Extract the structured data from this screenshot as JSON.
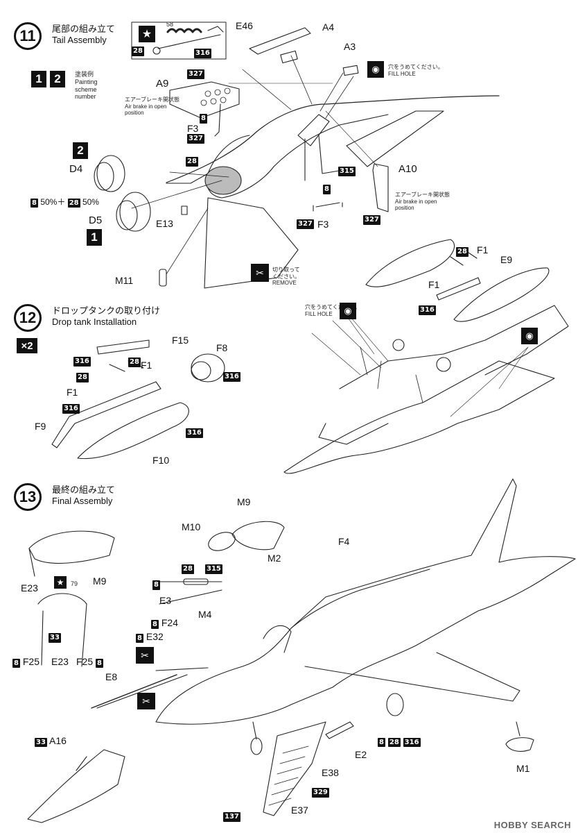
{
  "steps": {
    "s11": {
      "num": "11",
      "jp": "尾部の組み立て",
      "en": "Tail Assembly"
    },
    "s12": {
      "num": "12",
      "jp": "ドロップタンクの取り付け",
      "en": "Drop tank  Installation"
    },
    "s13": {
      "num": "13",
      "jp": "最終の組み立て",
      "en": "Final Assembly"
    }
  },
  "scheme": {
    "one": "1",
    "two": "2",
    "jp": "塗装例",
    "en1": "Painting",
    "en2": "scheme",
    "en3": "number"
  },
  "notes": {
    "fill_jp": "穴をうめてください。",
    "fill_en": "FILL HOLE",
    "fill_en_split": "FILL  HOLE",
    "airbrake_jp": "エアーブレーキ開状態",
    "airbrake_en1": "Air brake in open",
    "airbrake_en2": "position",
    "remove_jp": "切り取って",
    "remove_jp2": "ください。",
    "remove_en": "REMOVE",
    "mix": "50%＋",
    "mix_end": "50%",
    "x2": "×2"
  },
  "decal": {
    "d58": "58",
    "d79": "79"
  },
  "colors": {
    "c327": "327",
    "c316": "316",
    "c315": "315",
    "c8": "8",
    "c28": "28",
    "c33": "33",
    "c329": "329",
    "c137": "137"
  },
  "parts": {
    "E46": "E46",
    "A4": "A4",
    "A3": "A3",
    "A9": "A9",
    "F3": "F3",
    "D4": "D4",
    "D5": "D5",
    "A10": "A10",
    "E13": "E13",
    "M11": "M11",
    "F1": "F1",
    "E9": "E9",
    "F15": "F15",
    "F8": "F8",
    "F9": "F9",
    "F10": "F10",
    "M9": "M9",
    "M10": "M10",
    "F4": "F4",
    "M2": "M2",
    "E3": "E3",
    "M4": "M4",
    "F24": "F24",
    "E32": "E32",
    "E8": "E8",
    "E23": "E23",
    "F25": "F25",
    "A16": "A16",
    "E2": "E2",
    "E38": "E38",
    "E37": "E37",
    "M1": "M1"
  },
  "icons": {
    "star": "star-icon",
    "fill": "fill-hole-icon",
    "remove": "remove-icon"
  },
  "watermark": "HOBBY SEARCH"
}
